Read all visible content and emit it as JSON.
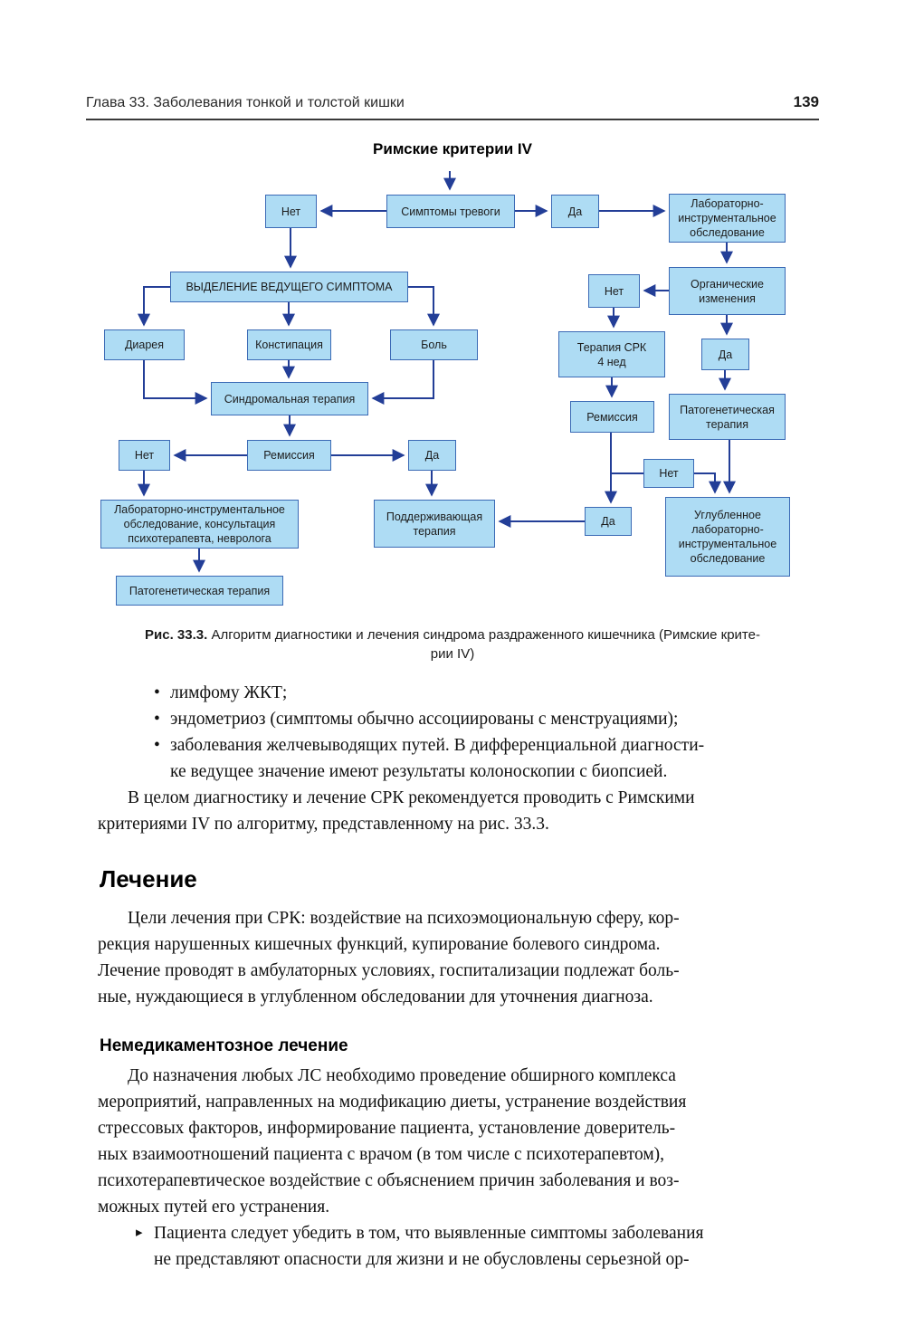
{
  "header": {
    "chapter_title": "Глава 33. Заболевания тонкой и толстой кишки",
    "page_number": "139"
  },
  "figure": {
    "title": "Римские критерии IV",
    "nodes": {
      "simptomy": "Симптомы тревоги",
      "net_top": "Нет",
      "da_top": "Да",
      "lab_top": "Лабораторно-\nинструментальное\nобследование",
      "vydelenie": "ВЫДЕЛЕНИЕ ВЕДУЩЕГО СИМПТОМА",
      "organ": "Органические\nизменения",
      "net_organ": "Нет",
      "diareya": "Диарея",
      "konstipatsiya": "Констипация",
      "bol": "Боль",
      "terapiya_srk": "Терапия СРК\n4 нед",
      "da_organ": "Да",
      "sindromalnaya": "Синдромальная терапия",
      "remissiya_right": "Ремиссия",
      "patogen_right": "Патогенетическая\nтерапия",
      "net_remission": "Нет",
      "remissiya_left": "Ремиссия",
      "da_remission": "Да",
      "net_branch": "Нет",
      "lab_bottom": "Лабораторно-инструментальное\nобследование, консультация\nпсихотерапевта, невролога",
      "podderzh": "Поддерживающая\nтерапия",
      "da_bottom": "Да",
      "uglublennoe": "Углубленное\nлабораторно-\nинструментальное\nобследование",
      "patogen_bottom": "Патогенетическая терапия"
    },
    "caption": {
      "label": "Рис. 33.3.",
      "text": " Алгоритм диагностики и лечения синдрома раздраженного кишечника (Римские крите-\nрии IV)"
    }
  },
  "content": {
    "bullet_char": "•",
    "bullets": [
      "лимфому ЖКТ;",
      "эндометриоз (симптомы обычно ассоциированы с менструациями);",
      "заболевания желчевыводящих путей. В дифференциальной диагности-\nке ведущее значение имеют результаты колоноскопии с биопсией."
    ],
    "paragraph_intro": "В целом диагностику и лечение СРК рекомендуется проводить с Римскими\nкритериями IV по алгоритму, представленному на рис. 33.3.",
    "section_heading": "Лечение",
    "section_paragraph": "Цели лечения при СРК: воздействие на психоэмоциональную сферу, кор-\nрекция нарушенных кишечных функций, купирование болевого синдрома.\nЛечение проводят в амбулаторных условиях, госпитализации подлежат боль-\nные, нуждающиеся в углубленном обследовании для уточнения диагноза.",
    "subsection_heading": "Немедикаментозное лечение",
    "subsection_paragraph": "До назначения любых ЛС необходимо проведение обширного комплекса\nмероприятий, направленных на модификацию диеты, устранение воздействия\nстрессовых факторов, информирование пациента, установление доверитель-\nных взаимоотношений пациента с врачом (в том числе с психотерапевтом),\nпсихотерапевтическое воздействие с объяснением причин заболевания и воз-\nможных путей его устранения.",
    "arrow_char": "▸",
    "arrow_item": "Пациента следует убедить в том, что выявленные симптомы заболевания\nне представляют опасности для жизни и не обусловлены серьезной ор-"
  },
  "colors": {
    "node_fill": "#aedcf4",
    "node_border": "#3b6ab5",
    "arrow": "#233e97",
    "rule": "#3a3a3a"
  }
}
